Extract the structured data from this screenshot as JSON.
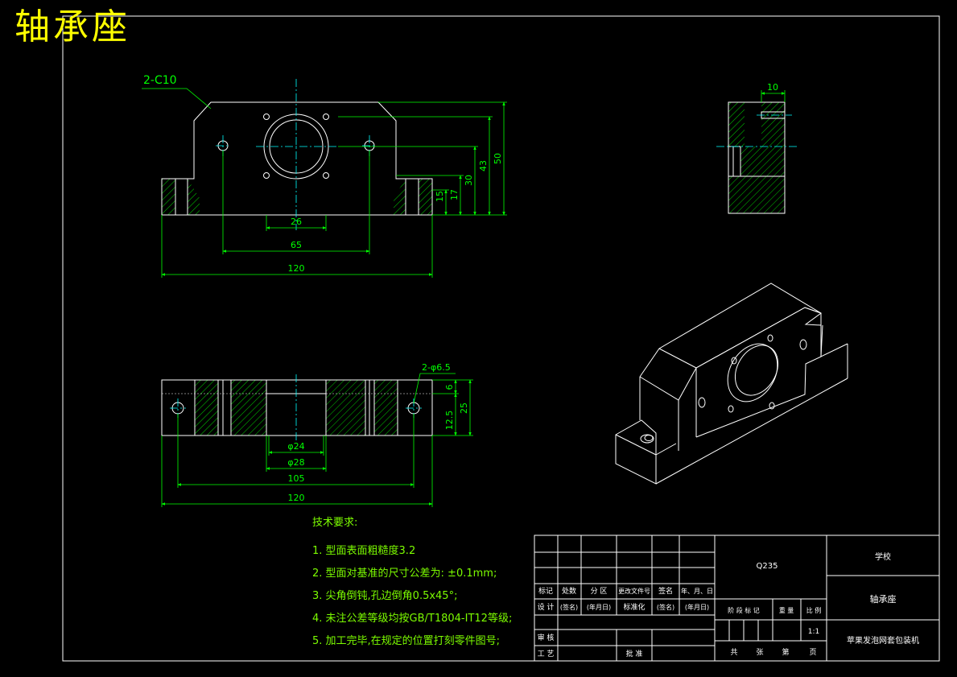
{
  "drawing": {
    "title": "轴承座",
    "labels": {
      "chamfer": "2-C10",
      "hole": "2-φ6.5"
    },
    "dimensions": {
      "front": {
        "d26": "26",
        "d65": "65",
        "d120": "120",
        "d50": "50",
        "d43": "43",
        "d30": "30",
        "d17": "17",
        "d15": "15"
      },
      "side": {
        "d10": "10"
      },
      "top": {
        "d24": "φ24",
        "d28": "φ28",
        "d105": "105",
        "d120": "120",
        "d6": "6",
        "d25": "25",
        "d12_5": "12.5"
      }
    },
    "notes": {
      "heading": "技术要求:",
      "items": [
        "1. 型面表面粗糙度3.2",
        "2. 型面对基准的尺寸公差为: ±0.1mm;",
        "3. 尖角倒钝,孔边倒角0.5x45°;",
        "4. 未注公差等级均按GB/T1804-IT12等级;",
        "5. 加工完毕,在规定的位置打刻零件图号;"
      ]
    }
  },
  "title_block": {
    "material": "Q235",
    "school": "学校",
    "part_name": "轴承座",
    "machine": "苹果发泡网套包装机",
    "scale": "1:1",
    "headers": {
      "biaoji": "标记",
      "chushu": "处数",
      "fenqu": "分 区",
      "gengai": "更改文件号",
      "qianming": "签名",
      "date": "年、月、日",
      "sheji": "设 计",
      "sign1": "(签名)",
      "date1": "(年月日)",
      "biaozhunhua": "标准化",
      "sign2": "(签名)",
      "date2": "(年月日)",
      "shenhe": "审 核",
      "gongyi": "工 艺",
      "pizhun": "批 准",
      "jieduan": "阶 段 标 记",
      "zhongliang": "重 量",
      "bili": "比 例",
      "gong": "共",
      "zhang": "张",
      "di": "第",
      "ye": "页"
    }
  },
  "colors": {
    "outline": "#ffffff",
    "dimension": "#00ff00",
    "centerline": "#00ffff",
    "hatch": "#00ff00",
    "title": "#ffff00"
  }
}
